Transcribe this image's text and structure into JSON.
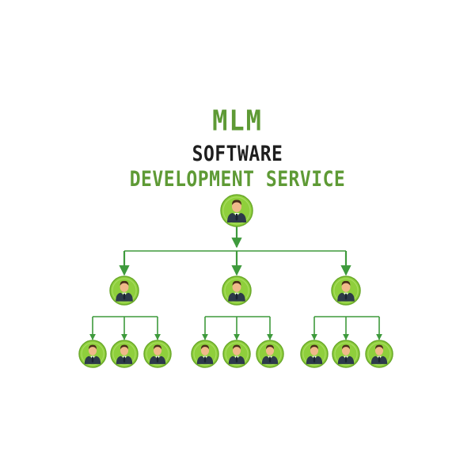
{
  "title": {
    "line1": "MLM",
    "line2": "SOFTWARE",
    "line3": "DEVELOPMENT SERVICE"
  },
  "colors": {
    "brand_green": "#5e9a35",
    "dark_text": "#1e1e1e",
    "node_fill": "#8fcf3c",
    "node_stroke": "#6aa92a",
    "connector": "#3e9a3c"
  },
  "icons": {
    "node": "businessman-icon"
  },
  "tree": {
    "levels": [
      1,
      3,
      9
    ],
    "children_per_node": 3
  }
}
